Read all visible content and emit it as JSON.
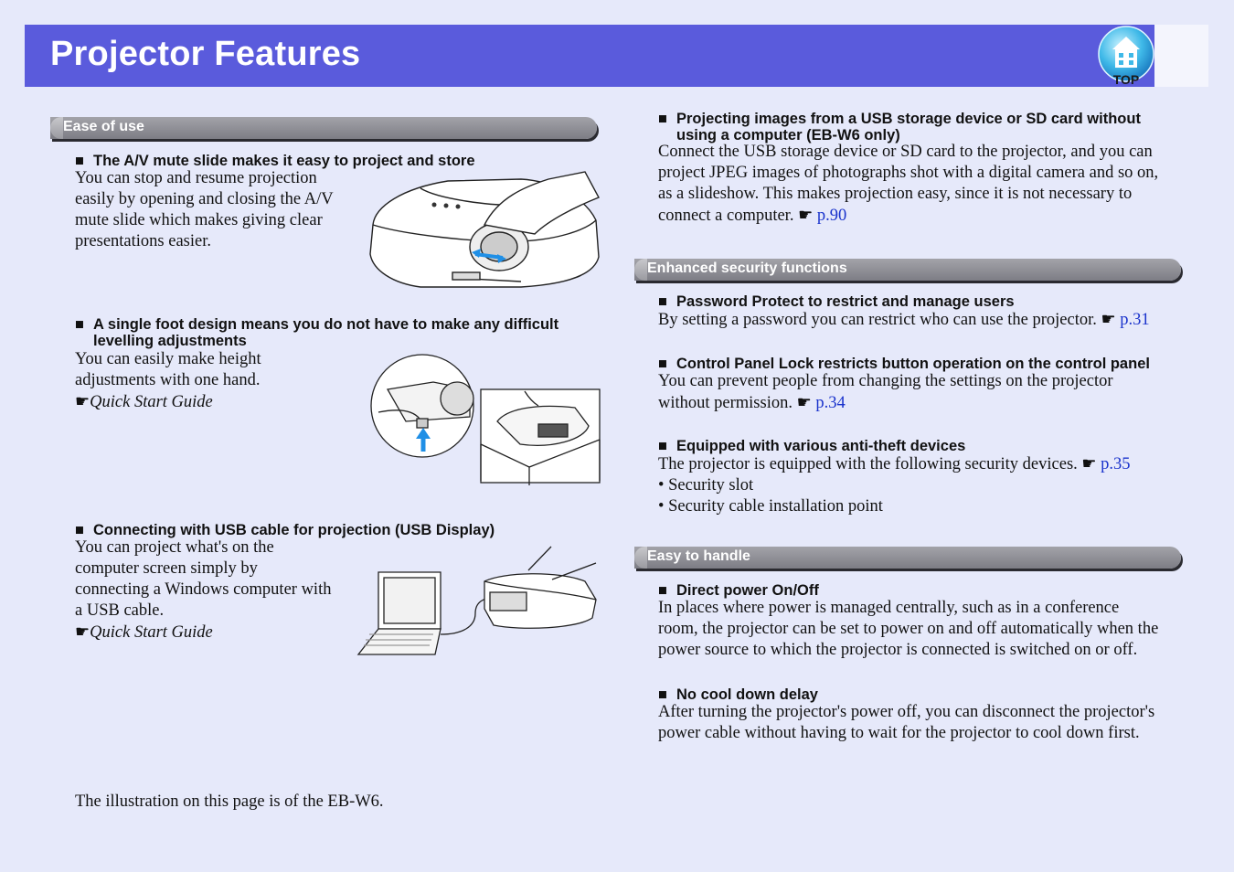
{
  "header": {
    "title": "Projector Features",
    "top_label": "TOP"
  },
  "left": {
    "section_title": "Ease of use",
    "items": [
      {
        "heading": "The A/V mute slide makes it easy to project and store",
        "lines": [
          "You can stop and resume projection",
          "easily by opening and closing the A/V",
          "mute slide which makes giving clear",
          "presentations easier."
        ]
      },
      {
        "heading_line1": "A single foot design means you do not have to make any difficult",
        "heading_line2": "levelling adjustments",
        "lines": [
          "You can easily make height",
          "adjustments with one hand."
        ],
        "ref": "Quick Start Guide"
      },
      {
        "heading": "Connecting with USB cable for projection (USB Display)",
        "lines": [
          "You can project what's on the",
          "computer screen simply by",
          "connecting a Windows computer with",
          "a USB cable."
        ],
        "ref": "Quick Start Guide"
      }
    ],
    "footnote": "The illustration on this page is of the EB-W6."
  },
  "right": {
    "usb": {
      "heading_line1": "Projecting images from a USB storage device or SD card without",
      "heading_line2": "using a computer (EB-W6 only)",
      "lines": [
        "Connect the USB storage device or SD card to the projector, and you can",
        "project JPEG images of photographs shot with a digital camera and so on,",
        "as a slideshow. This makes projection easy, since it is not necessary to",
        "connect a computer."
      ],
      "ref": "p.90"
    },
    "security": {
      "section_title": "Enhanced security functions",
      "password": {
        "heading": "Password Protect to restrict and manage users",
        "text": "By setting a password you can restrict who can use the projector.",
        "ref": "p.31"
      },
      "lock": {
        "heading": "Control Panel Lock restricts button operation on the control panel",
        "line1": "You can prevent people from changing the settings on the projector",
        "line2": "without permission.",
        "ref": "p.34"
      },
      "theft": {
        "heading": "Equipped with various anti-theft devices",
        "text": "The projector is equipped with the following security devices.",
        "ref": "p.35",
        "bullets": [
          "Security slot",
          "Security cable installation point"
        ]
      }
    },
    "handle": {
      "section_title": "Easy to handle",
      "power": {
        "heading": "Direct power On/Off",
        "lines": [
          "In places where power is managed centrally, such as in a conference",
          "room, the projector can be set to power on and off automatically when the",
          "power source to which the projector is connected is switched on or off."
        ]
      },
      "cool": {
        "heading": "No cool down delay",
        "lines": [
          "After turning the projector's power off, you can disconnect the projector's",
          "power cable without having to wait for the projector to cool down first."
        ]
      }
    }
  },
  "glyphs": {
    "square": "■",
    "hand": "☛",
    "bullet": "•"
  }
}
